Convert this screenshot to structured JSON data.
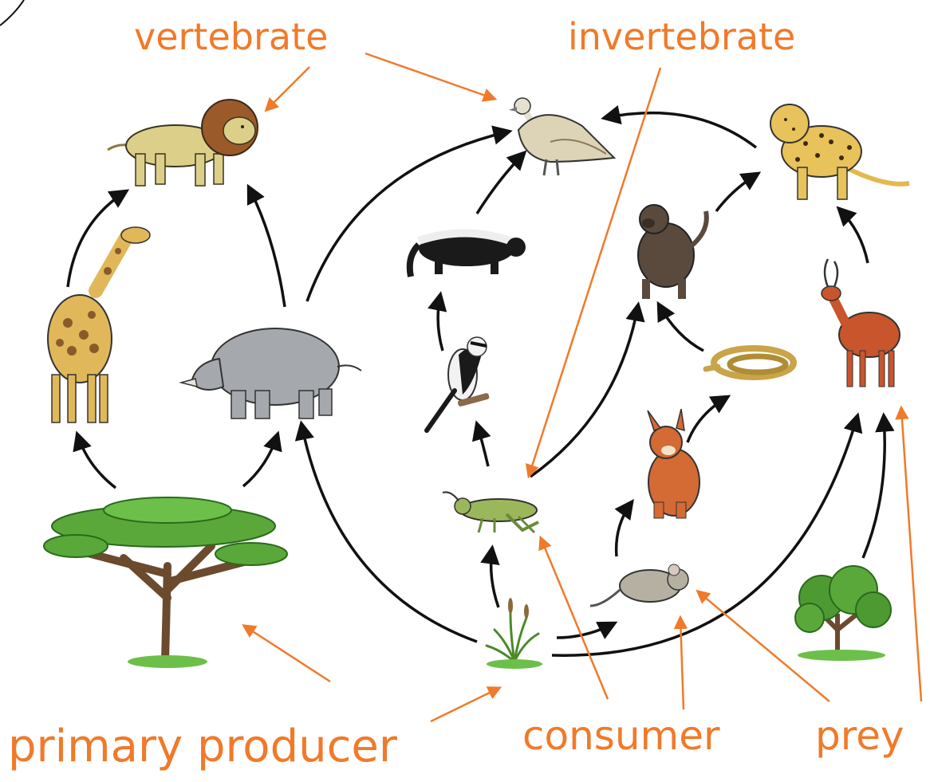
{
  "labels": {
    "vertebrate": "vertebrate",
    "invertebrate": "invertebrate",
    "primary_producer": "primary producer",
    "consumer": "consumer",
    "prey": "prey"
  },
  "colors": {
    "label": "#f07a2a",
    "arrow": "#111111",
    "leaf": "#5aa83a",
    "trunk": "#6b4a2e"
  },
  "icons": {
    "lion": "lion-icon",
    "vulture": "vulture-icon",
    "leopard": "leopard-icon",
    "giraffe": "giraffe-icon",
    "rhino": "rhino-icon",
    "honey_badger": "honey-badger-icon",
    "baboon": "baboon-icon",
    "impala": "impala-icon",
    "shrike": "shrike-bird-icon",
    "snake": "snake-icon",
    "caracal": "caracal-icon",
    "grasshopper": "grasshopper-icon",
    "mouse": "mouse-icon",
    "acacia_tree": "acacia-tree-icon",
    "grass": "grass-icon",
    "bush": "bush-icon"
  }
}
